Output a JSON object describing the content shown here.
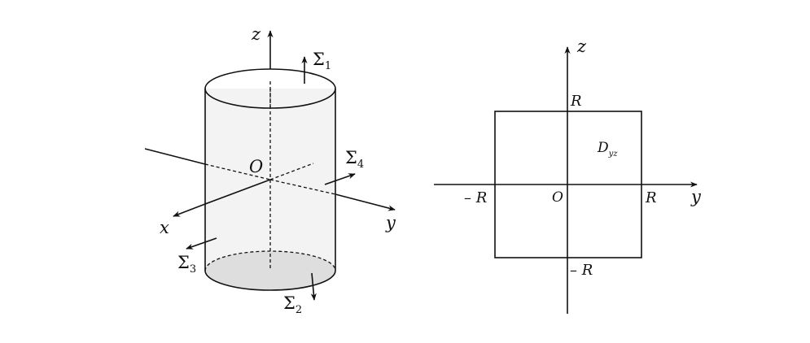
{
  "left_figure": {
    "axis_z": "z",
    "axis_x": "x",
    "axis_y": "y",
    "origin": "O",
    "sigma_symbol": "Σ",
    "surface_1_index": "1",
    "surface_2_index": "2",
    "surface_3_index": "3",
    "surface_4_index": "4"
  },
  "right_figure": {
    "axis_z": "z",
    "axis_y": "y",
    "origin": "O",
    "tick_top": "R",
    "tick_right": "R",
    "tick_left": "– R",
    "tick_bottom": "– R",
    "region_main": "D",
    "region_sub": "yz"
  },
  "colors": {
    "stroke": "#111111",
    "cap_fill": "#d4d4d4",
    "body_fill": "#f3f3f3",
    "square_fill": "#f0f0f0"
  }
}
